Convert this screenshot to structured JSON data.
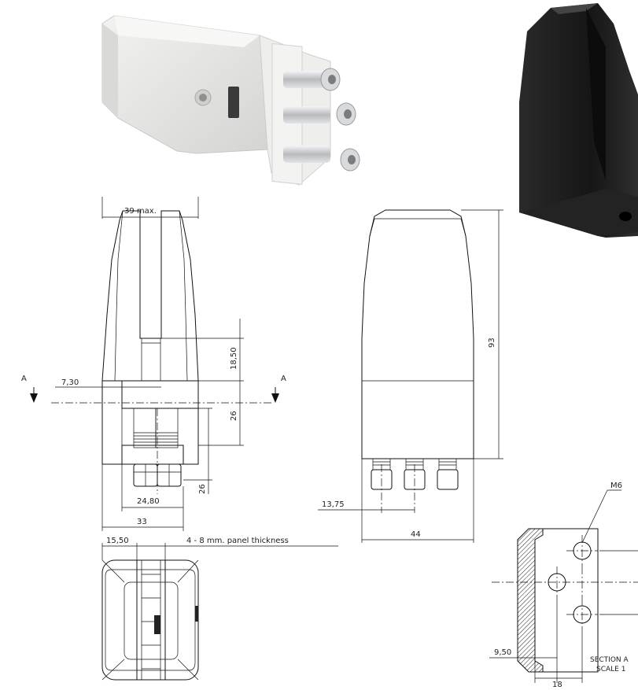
{
  "dimensions": {
    "width_max": "39 max.",
    "offset_7_30": "7,30",
    "height_18_50": "18,50",
    "height_26_upper": "26",
    "height_26_lower": "26",
    "width_24_80": "24,80",
    "width_33": "33",
    "height_93": "93",
    "spacing_13_75": "13,75",
    "width_44": "44",
    "width_15_50": "15,50",
    "panel_thickness": "4 - 8 mm. panel thickness",
    "thread": "M6",
    "offset_9_50": "9,50",
    "offset_18": "18"
  },
  "section": {
    "marker_left": "A",
    "marker_right": "A",
    "caption_line1": "SECTION A",
    "caption_line2": "SCALE 1"
  },
  "colors": {
    "grey_clamp": "#e6e6e4",
    "black_clamp": "#1c1c1c",
    "screw": "#c9cbcd",
    "line": "#111111"
  }
}
